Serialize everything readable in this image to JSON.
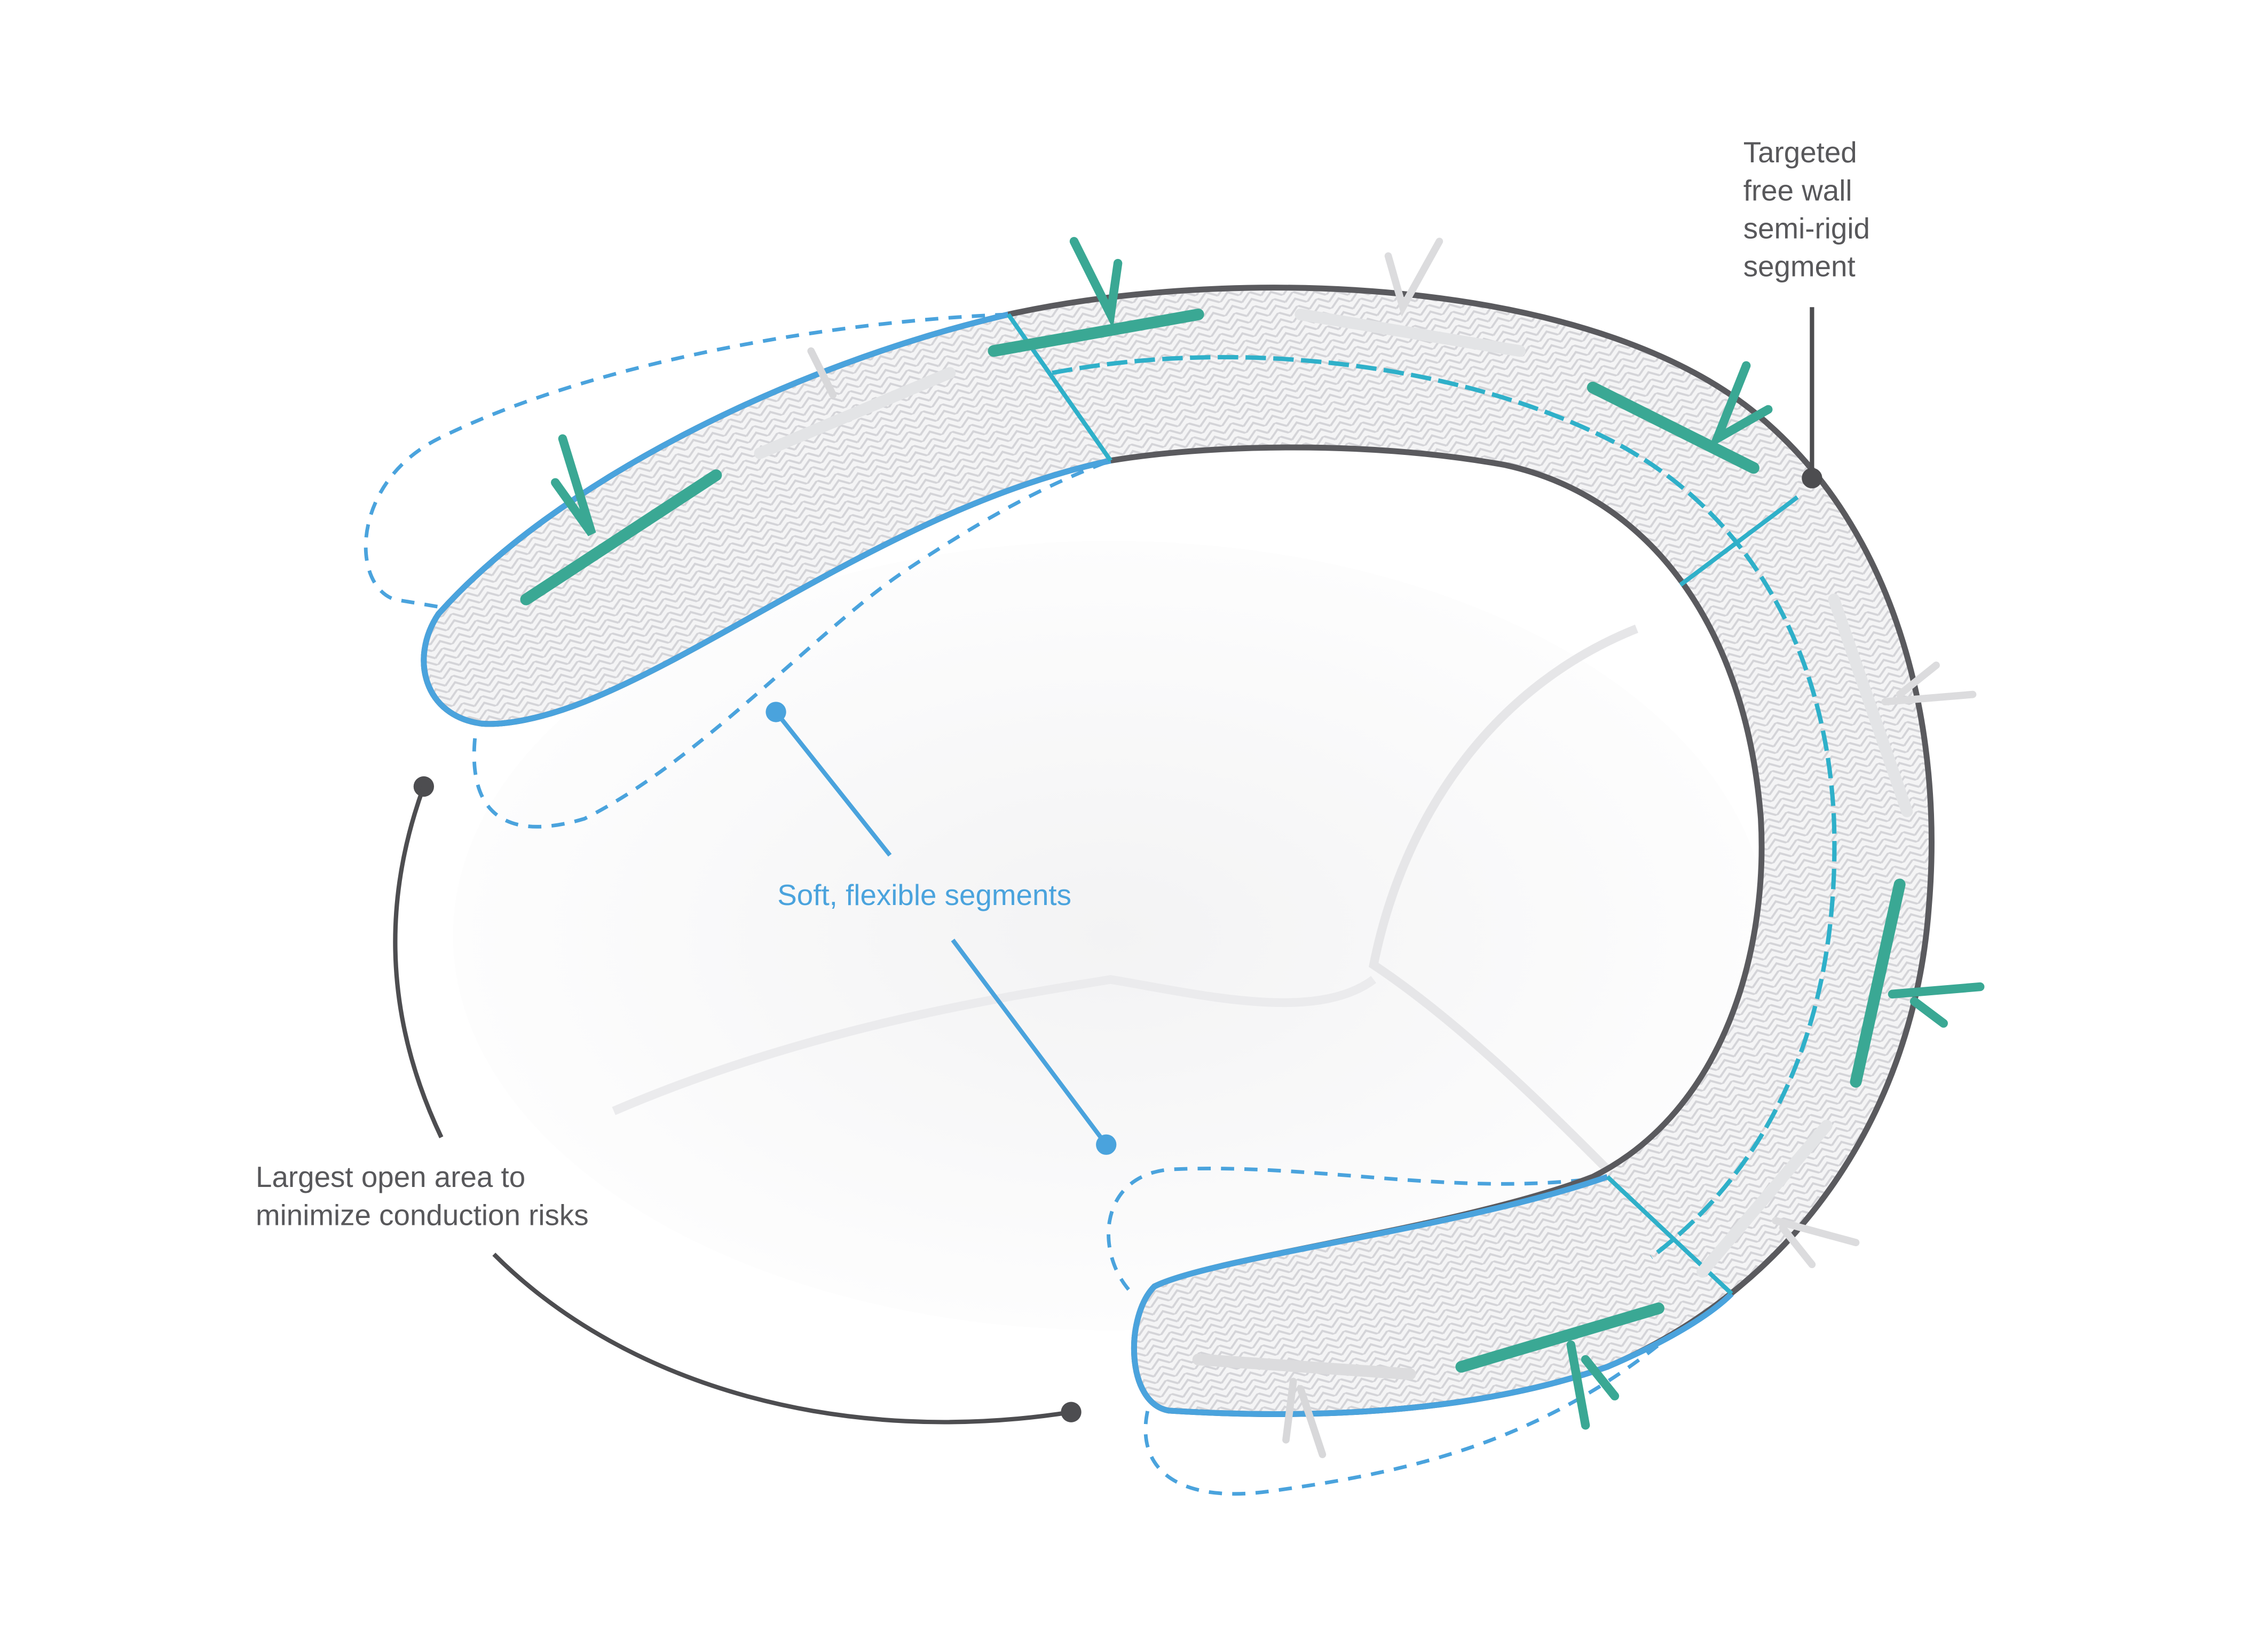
{
  "labels": {
    "semi_rigid": [
      "Targeted",
      "free wall",
      "semi-rigid",
      "segment"
    ],
    "soft_segments": "Soft, flexible segments",
    "open_area": [
      "Largest open area to",
      "minimize conduction risks"
    ]
  },
  "colors": {
    "accent_blue": "#4aa3dd",
    "leader_gray": "#4d4d50",
    "suture_green": "#3aa894",
    "ring_outline": "#5a5a5e"
  }
}
